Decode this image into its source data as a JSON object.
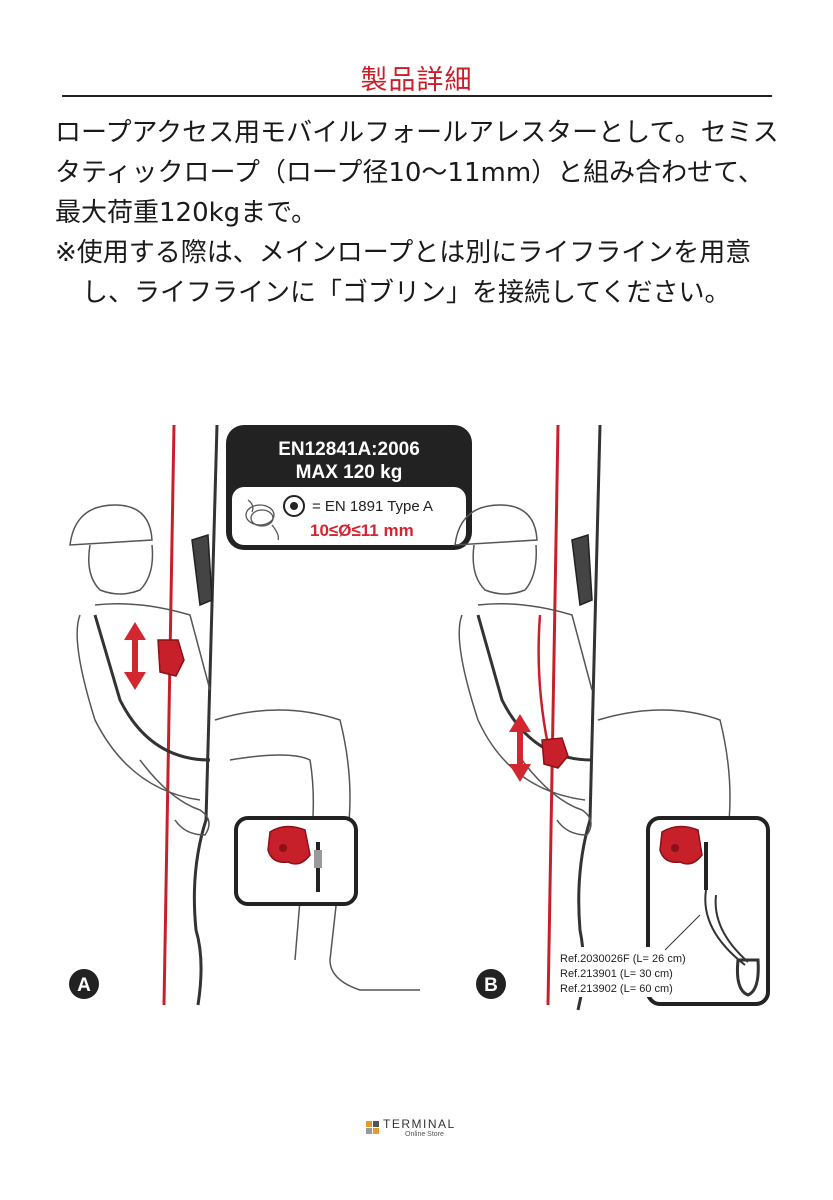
{
  "header": {
    "title": "製品詳細"
  },
  "description": {
    "para1": "ロープアクセス用モバイルフォールアレスターとして。セミスタティックロープ（ロープ径10〜11mm）と組み合わせて、最大荷重120kgまで。",
    "note": "※使用する際は、メインロープとは別にライフラインを用意し、ライフラインに「ゴブリン」を接続してください。"
  },
  "illustration": {
    "standard_line1": "EN12841A:2006",
    "standard_line2": "MAX 120 kg",
    "rope_standard": "= EN 1891 Type A",
    "diameter": "10≤Ø≤11 mm",
    "label_a": "A",
    "label_b": "B",
    "refs": [
      "Ref.2030026F (L= 26 cm)",
      "Ref.213901 (L= 30 cm)",
      "Ref.213902 (L= 60 cm)"
    ],
    "colors": {
      "accent": "#d22630",
      "device": "#d22630",
      "dark": "#222222"
    }
  },
  "footer": {
    "brand": "TERMINAL",
    "sub": "Online Store"
  }
}
